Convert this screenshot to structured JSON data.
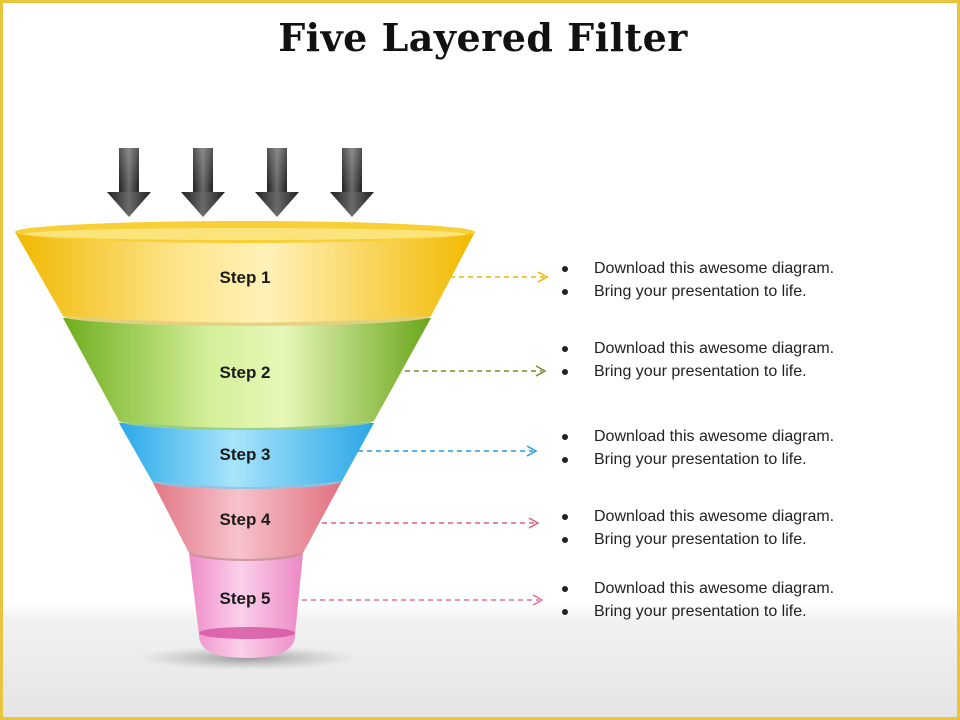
{
  "title": "Five Layered Filter",
  "steps": [
    {
      "label": "Step 1",
      "color": "#f5c81e",
      "bullets": [
        "Download this awesome diagram.",
        "Bring your presentation to life."
      ]
    },
    {
      "label": "Step 2",
      "color": "#7fbf2a",
      "bullets": [
        "Download this awesome diagram.",
        "Bring your presentation to life."
      ]
    },
    {
      "label": "Step 3",
      "color": "#36b6ee",
      "bullets": [
        "Download this awesome diagram.",
        "Bring your presentation to life."
      ]
    },
    {
      "label": "Step 4",
      "color": "#e8808e",
      "bullets": [
        "Download this awesome diagram.",
        "Bring your presentation to life."
      ]
    },
    {
      "label": "Step 5",
      "color": "#ef9ed0",
      "bullets": [
        "Download this awesome diagram.",
        "Bring your presentation to life."
      ]
    }
  ],
  "arrow_icons": [
    "down-arrow-icon",
    "down-arrow-icon",
    "down-arrow-icon",
    "down-arrow-icon"
  ],
  "colors": {
    "border": "#e8c53a",
    "arrow": "#333333",
    "connector_step1": "#e8b800",
    "connector_step2": "#7a8a2a",
    "connector_step3": "#2a9ad8",
    "connector_step4": "#d86080",
    "connector_step5": "#e070a0"
  }
}
